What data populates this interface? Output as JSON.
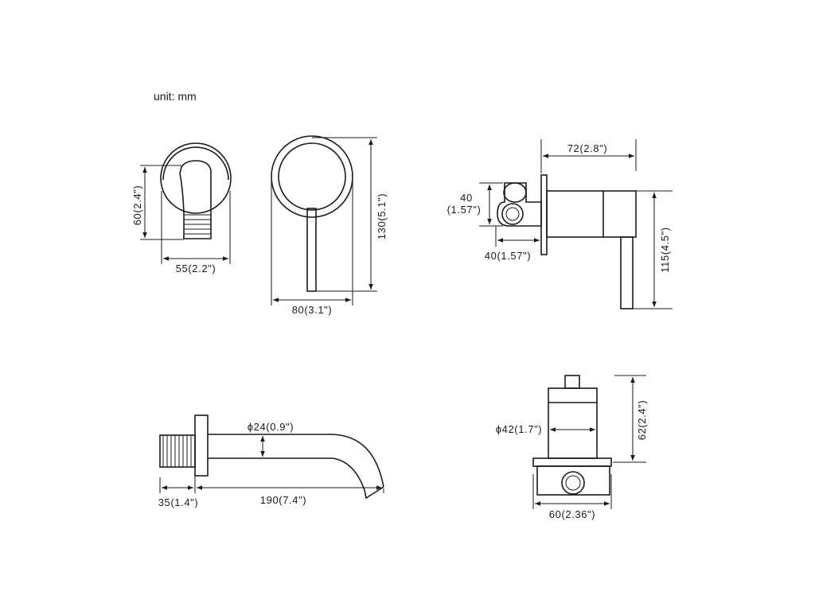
{
  "unit_label": "unit: mm",
  "dimensions": {
    "spout_front_height": "60(2.4\")",
    "spout_front_width": "55(2.2\")",
    "plate_height": "130(5.1\")",
    "plate_width": "80(3.1\")",
    "valve_depth_top": "72(2.8\")",
    "inlet_height": "40",
    "inlet_height_in": "(1.57\")",
    "inlet_width": "40(1.57\")",
    "handle_height": "115(4.5\")",
    "spout_diameter": "ϕ24(0.9\")",
    "spout_length": "190(7.4\")",
    "spout_thread": "35(1.4\")",
    "body_diameter": "ϕ42(1.7\")",
    "body_height": "62(2.4\")",
    "body_width": "60(2.36\")"
  }
}
